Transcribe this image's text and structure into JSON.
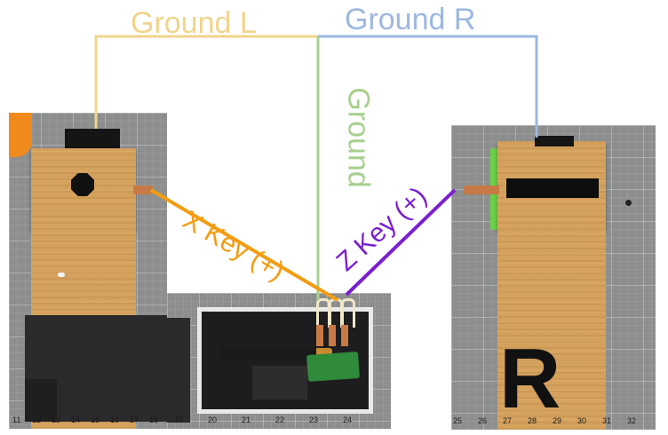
{
  "labels": {
    "ground_l": "Ground L",
    "ground_r": "Ground R",
    "ground": "Ground",
    "x_key": "X Key (+)",
    "z_key": "Z Key (+)"
  },
  "colors": {
    "ground_l": "#f0d58c",
    "ground_r": "#9db7e0",
    "ground": "#a7cf8f",
    "x_key": "#f29d12",
    "z_key": "#7a1fd1"
  },
  "board_right": {
    "letter": "R"
  },
  "rulers": {
    "left_photo": [
      "11",
      "12",
      "13",
      "14",
      "15",
      "16",
      "17",
      "18"
    ],
    "bottom_photo": [
      "19",
      "20",
      "21",
      "22",
      "23",
      "24"
    ],
    "right_photo": [
      "25",
      "26",
      "27",
      "28",
      "29",
      "30",
      "31",
      "32"
    ]
  }
}
